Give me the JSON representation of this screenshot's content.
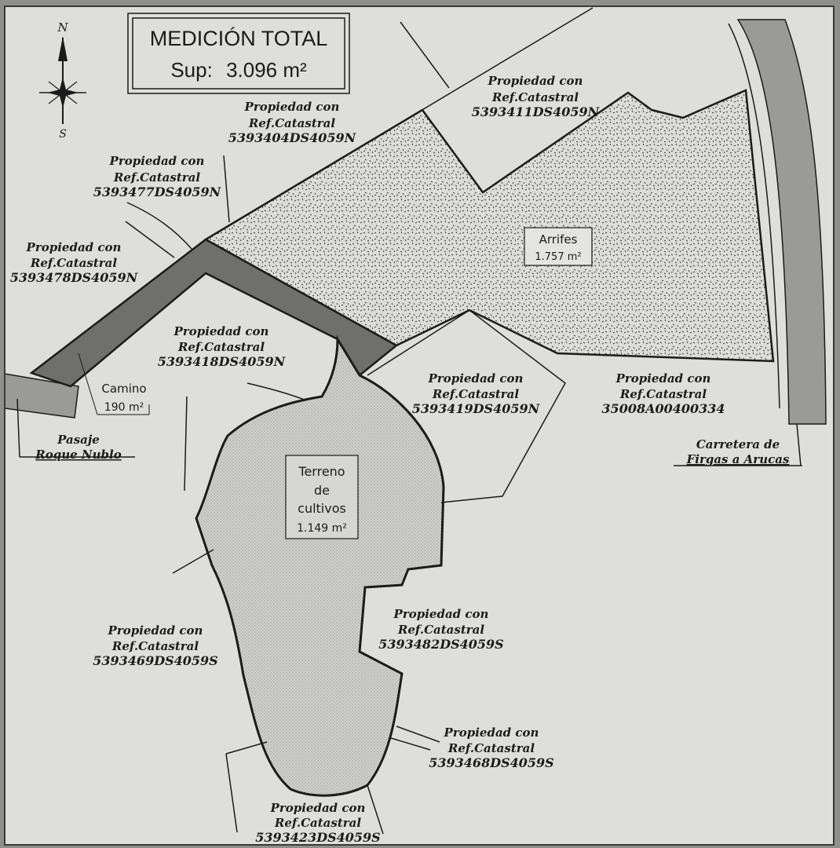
{
  "title": {
    "heading": "MEDICIÓN TOTAL",
    "surface_label": "Sup:",
    "surface_value": "3.096 m²"
  },
  "compass": {
    "north": "N",
    "south": "S"
  },
  "areas": {
    "arrifes": {
      "name": "Arrifes",
      "value": "1.757 m²"
    },
    "camino": {
      "name": "Camino",
      "value": "190 m²"
    },
    "terreno": {
      "line1": "Terreno",
      "line2": "de",
      "line3": "cultivos",
      "value": "1.149 m²"
    }
  },
  "property_prefix": "Propiedad con",
  "property_ref_label": "Ref.Catastral",
  "properties": {
    "p404": "5393404DS4059N",
    "p411": "5393411DS4059N",
    "p477": "5393477DS4059N",
    "p478": "5393478DS4059N",
    "p418": "5393418DS4059N",
    "p419": "5393419DS4059N",
    "p350": "35008A00400334",
    "p482": "5393482DS4059S",
    "p469": "5393469DS4059S",
    "p468": "5393468DS4059S",
    "p423": "5393423DS4059S"
  },
  "roads": {
    "pasaje_line1": "Pasaje",
    "pasaje_line2": "Roque Nublo",
    "carretera_line1": "Carretera de",
    "carretera_line2": "Firgas a Arucas"
  },
  "colors": {
    "paper": "#dededc",
    "ink": "#1b1b1b",
    "road_fill": "#9a9a98",
    "camino_fill": "#6f6f6d",
    "terreno_fill": "#c9c9c7"
  }
}
